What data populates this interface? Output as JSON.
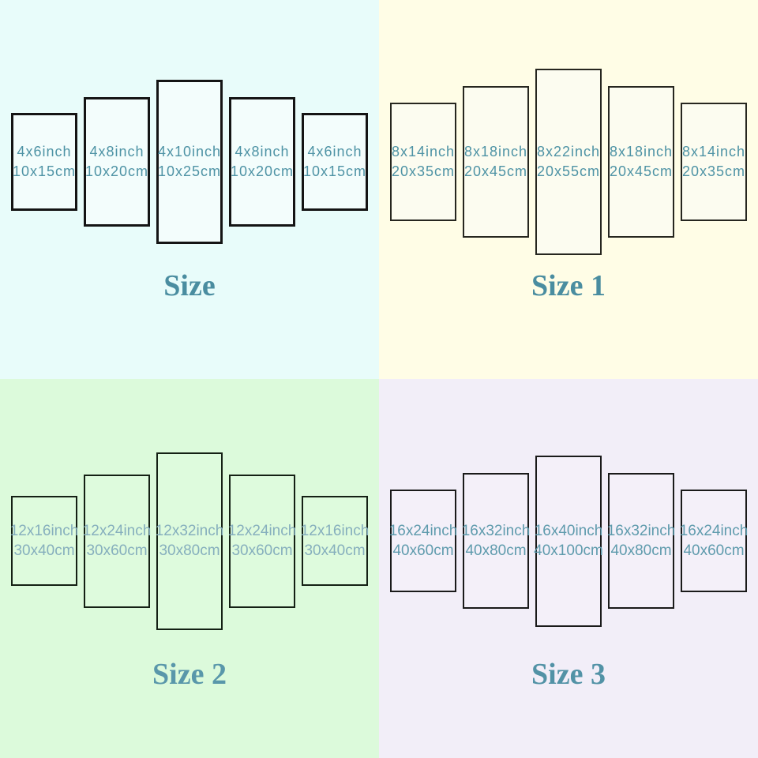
{
  "quadrants": [
    {
      "id": "size-default",
      "title": "Size",
      "colors": {
        "background": "#e8fcfa",
        "panel_fill": "#f3fdfc",
        "panel_border": "#141414",
        "text": "#4e93a5",
        "title": "#4a8da0"
      },
      "panels": [
        {
          "inch": "4x6inch",
          "cm": "10x15cm",
          "tier": "small"
        },
        {
          "inch": "4x8inch",
          "cm": "10x20cm",
          "tier": "medium"
        },
        {
          "inch": "4x10inch",
          "cm": "10x25cm",
          "tier": "large"
        },
        {
          "inch": "4x8inch",
          "cm": "10x20cm",
          "tier": "medium"
        },
        {
          "inch": "4x6inch",
          "cm": "10x15cm",
          "tier": "small"
        }
      ]
    },
    {
      "id": "size-1",
      "title": "Size 1",
      "colors": {
        "background": "#fffde6",
        "panel_fill": "#fcfcf0",
        "panel_border": "#26261f",
        "text": "#4e93a5",
        "title": "#4a8da0"
      },
      "panels": [
        {
          "inch": "8x14inch",
          "cm": "20x35cm",
          "tier": "small"
        },
        {
          "inch": "8x18inch",
          "cm": "20x45cm",
          "tier": "medium"
        },
        {
          "inch": "8x22inch",
          "cm": "20x55cm",
          "tier": "large"
        },
        {
          "inch": "8x18inch",
          "cm": "20x45cm",
          "tier": "medium"
        },
        {
          "inch": "8x14inch",
          "cm": "20x35cm",
          "tier": "small"
        }
      ]
    },
    {
      "id": "size-2",
      "title": "Size 2",
      "colors": {
        "background": "#dcfadb",
        "panel_fill": "#defbdd",
        "panel_border": "#142014",
        "text": "#86afbd",
        "title": "#5997aa"
      },
      "panels": [
        {
          "inch": "12x16inch",
          "cm": "30x40cm",
          "tier": "small"
        },
        {
          "inch": "12x24inch",
          "cm": "30x60cm",
          "tier": "medium"
        },
        {
          "inch": "12x32inch",
          "cm": "30x80cm",
          "tier": "large"
        },
        {
          "inch": "12x24inch",
          "cm": "30x60cm",
          "tier": "medium"
        },
        {
          "inch": "12x16inch",
          "cm": "30x40cm",
          "tier": "small"
        }
      ]
    },
    {
      "id": "size-3",
      "title": "Size 3",
      "colors": {
        "background": "#f2eef8",
        "panel_fill": "#f4f0f9",
        "panel_border": "#1a1a1a",
        "text": "#5f9bad",
        "title": "#5292a6"
      },
      "panels": [
        {
          "inch": "16x24inch",
          "cm": "40x60cm",
          "tier": "small"
        },
        {
          "inch": "16x32inch",
          "cm": "40x80cm",
          "tier": "medium"
        },
        {
          "inch": "16x40inch",
          "cm": "40x100cm",
          "tier": "large"
        },
        {
          "inch": "16x32inch",
          "cm": "40x80cm",
          "tier": "medium"
        },
        {
          "inch": "16x24inch",
          "cm": "40x60cm",
          "tier": "small"
        }
      ]
    }
  ]
}
